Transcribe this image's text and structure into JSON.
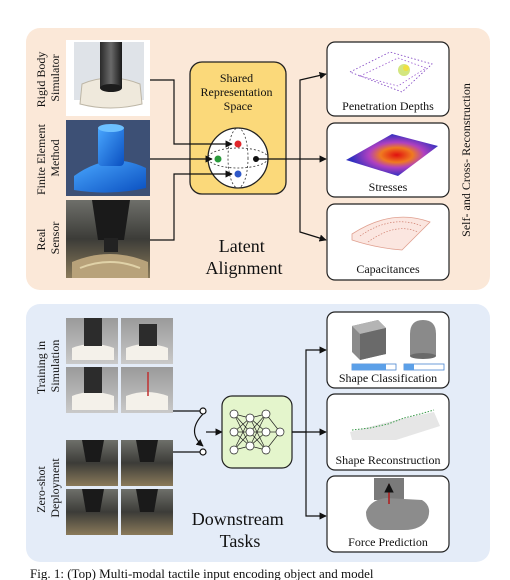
{
  "top_panel": {
    "sources": [
      {
        "line1": "Rigid Body",
        "line2": "Simulator"
      },
      {
        "line1": "Finite Element",
        "line2": "Method"
      },
      {
        "line1": "Real",
        "line2": "Sensor"
      }
    ],
    "latent_box": {
      "line1": "Shared",
      "line2": "Representation",
      "line3": "Space"
    },
    "latent_caption": {
      "line1": "Latent",
      "line2": "Alignment"
    },
    "outputs": [
      "Penetration Depths",
      "Stresses",
      "Capacitances"
    ],
    "side_label": "Self- and Cross- Reconstruction"
  },
  "bottom_panel": {
    "inputs": [
      {
        "line1": "Training in",
        "line2": "Simulation"
      },
      {
        "line1": "Zero-shot",
        "line2": "Deployment"
      }
    ],
    "caption": {
      "line1": "Downstream",
      "line2": "Tasks"
    },
    "tasks": [
      "Shape Classification",
      "Shape Reconstruction",
      "Force Prediction"
    ]
  },
  "figure_caption": "Fig. 1: (Top) Multi-modal tactile input encoding object and model",
  "colors": {
    "top_bg": "#fbe8d8",
    "bottom_bg": "#e4ecf8",
    "latent_box": "#fbd97a",
    "network_box": "#e4f5cc",
    "dot_red": "#e0262b",
    "dot_green": "#2a9a3c",
    "dot_blue": "#2f58c8"
  }
}
